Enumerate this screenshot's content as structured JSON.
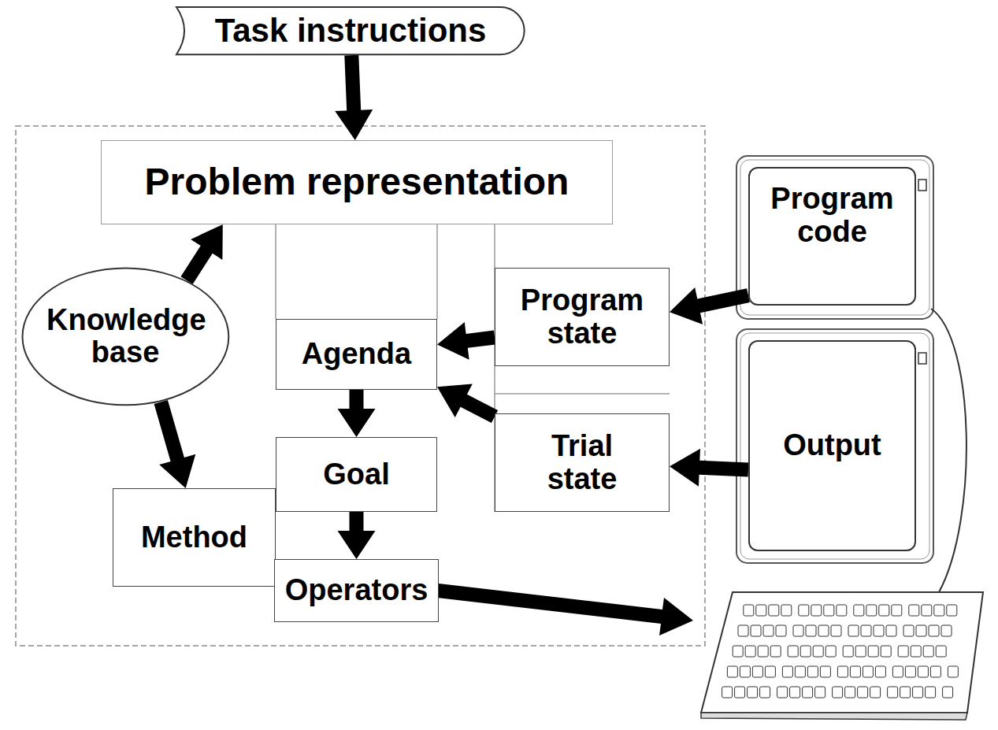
{
  "diagram": {
    "nodes": [
      {
        "text": [
          "Task instructions"
        ]
      },
      {
        "text": [
          "Problem representation"
        ]
      },
      {
        "text": [
          "Knowledge base"
        ]
      },
      {
        "text": [
          "Agenda"
        ]
      },
      {
        "text": [
          "Program state"
        ]
      },
      {
        "text": [
          "Goal"
        ]
      },
      {
        "text": [
          "Trial state"
        ]
      },
      {
        "text": [
          "Method"
        ]
      },
      {
        "text": [
          "Operators"
        ]
      },
      {
        "text": [
          "Program code"
        ]
      },
      {
        "text": [
          "Output"
        ]
      }
    ],
    "edges": [
      {
        "from": 0,
        "to": 1,
        "arrow": "to"
      },
      {
        "from": 2,
        "to": 1,
        "arrow": "to"
      },
      {
        "from": 2,
        "to": 7,
        "arrow": "to"
      },
      {
        "from": 4,
        "to": 3,
        "arrow": "to"
      },
      {
        "from": 6,
        "to": 3,
        "arrow": "to"
      },
      {
        "from": 3,
        "to": 5,
        "arrow": "to"
      },
      {
        "from": 5,
        "to": 8,
        "arrow": "to"
      },
      {
        "from": 9,
        "to": 4,
        "arrow": "to"
      },
      {
        "from": 10,
        "to": 6,
        "arrow": "to"
      }
    ]
  }
}
